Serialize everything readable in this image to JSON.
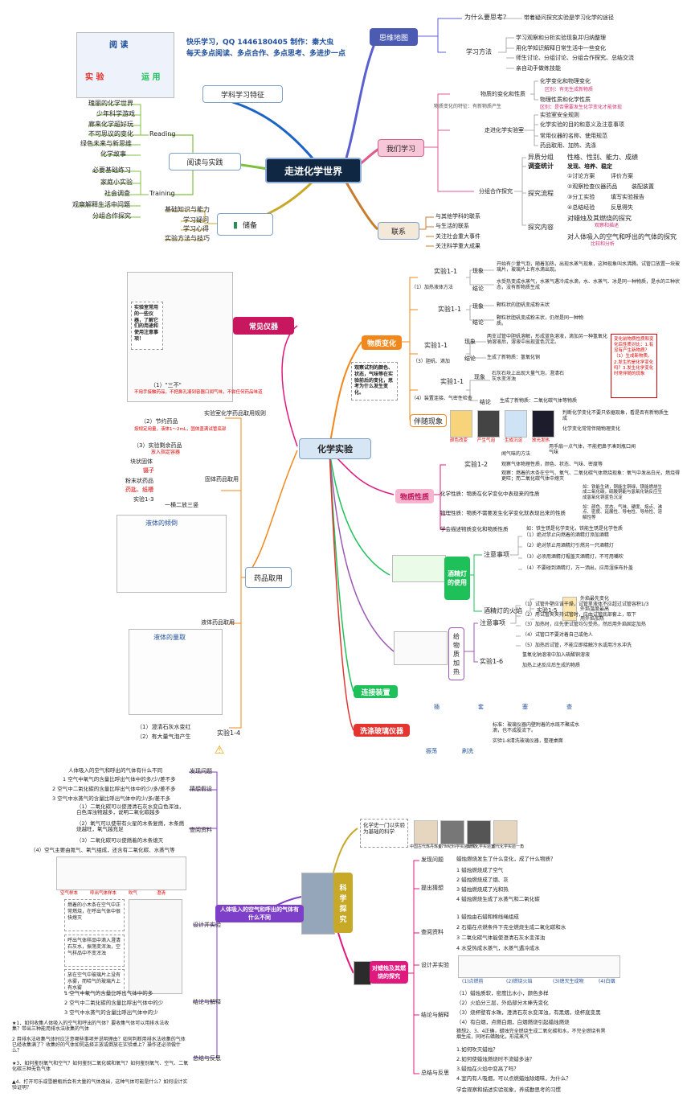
{
  "header": {
    "line1": "快乐学习，QQ 1446180405    制作：秦大虫",
    "line2": "每天多点阅读、多点合作、多点思考、多进步一点"
  },
  "top": {
    "center": "走进化学世界",
    "xueke": "学科学习特征",
    "yuedu": "阅读与实践",
    "chubei": "储备",
    "siwei": "思维地图",
    "women": "我们学习",
    "lianxi": "联系",
    "why_q": "为什么要思考？",
    "why_a": "带着疑问探究实验是学习化学的途径",
    "method": "学习方法",
    "method_items": [
      "学习观察和分析实验现象并归纳整理",
      "用化学知识解释日常生活中一些变化",
      "师生讨论、分组讨论、分组合作探究、总结交流",
      "亲自动手做练技能"
    ],
    "reading": "Reading",
    "training": "Training",
    "reading_items": [
      "瑰丽的化学世界",
      "少年科学游戏",
      "廊来化学超好玩",
      "不可思议的变化",
      "绿色未来与新思维",
      "化学故事"
    ],
    "training_items": [
      "必要基础练习",
      "家庭小实验",
      "社会调查",
      "观察解释生活中问题",
      "分组合作探究"
    ],
    "chubei_items": [
      "基础知识与能力",
      "学习疑问",
      "学习心得",
      "实验方法与技巧"
    ],
    "women_a": "物质的变化和性质",
    "women_a_items": [
      "化学变化和物理变化",
      "物理性质和化学性质"
    ],
    "women_a_red1": "区别：有无生成新物质",
    "women_a_red2": "区别：是否需要发生化学变化才能体现",
    "women_a_note": "物质变化的特征：有新物质产生",
    "women_b": "走进化学实验室",
    "women_b_items": [
      "实验室安全规则",
      "化学实验的目的和意义及注意事项",
      "常用仪器的名称、使用规范",
      "药品取用、加热、洗涤"
    ],
    "women_c": "分组合作探究",
    "women_c_label1": "异质分组",
    "women_c_label2": "调查统计",
    "women_c_label3": "探究流程",
    "women_c_label4": "探究内容",
    "women_c_attrs": "性格、性别、能力、成绩",
    "women_c_attrs2": "发现、培养、稳定",
    "women_c_flow": [
      "①讨论方案",
      "评价方案",
      "②观察检查仪器药品",
      "装配装置",
      "③分工实验",
      "填写实验报告",
      "④总结经验",
      "反思得失"
    ],
    "women_c_topic1": "对蜡烛及其燃烧的探究",
    "women_c_topic1r": "观察和描述",
    "women_c_topic2": "对人体吸入的空气和呼出的气体的探究",
    "women_c_topic2r": "比较和分析",
    "lianxi_items": [
      "与其他学科的联系",
      "与生活的联系",
      "关注社会重大事件",
      "关注科学重大成果"
    ]
  },
  "mid": {
    "center": "化学实验",
    "yiqi": "常见仪器",
    "yiqi_note": "实验室常用的一些仪器，了解它们的用途和使用注意事项！",
    "yaopin": "药品取用",
    "rule_title": "实验室化学药品取用规则",
    "rule_items": [
      "（1）\"三不\"",
      "（2）节约药品",
      "（3）实验剩余药品"
    ],
    "rule_red1": "不用手接触药品，不把鼻孔凑到容器口闻气味，不尝任何药品味道",
    "rule_red2": "按规定用量，液体1～2mL，固体盖满试管底部",
    "rule_red3": "放入指定容器",
    "solid": "固体药品取用",
    "solid_items": [
      "块状固体",
      "镊子",
      "粉末状药品",
      "药匙、纸槽",
      "实验1-3"
    ],
    "solid_tip": "一横二放三竖",
    "liquid": "液体药品取用",
    "liquid_title1": "液体的倾倒",
    "liquid_title2": "液体的量取",
    "shiyan14": "实验1-4",
    "shiyan14_items": [
      "（1）澄清石灰水变红",
      "（2）有大量气泡产生"
    ],
    "wuzhi": "物质变化",
    "wuzhi_note": "观察试剂的颜色、状态，气味等在实验前后的变化，思考为什么发生变化。",
    "bh_rows": [
      {
        "exp": "实验1-1",
        "phen": "现象",
        "txt": "开始有少量气泡，随着加热，出现水蒸气现象，这种现象叫水沸腾。试管口放置一块玻璃片，玻璃片上有水滴出现。"
      },
      {
        "exp": "",
        "phen": "结论",
        "txt": "水受热变成水蒸气，水蒸气遇冷成水滴，水、水蒸气、冰是同一种物质，是水的三种状态，没有新物质生成"
      },
      {
        "exp": "实验1-1",
        "phen": "现象",
        "txt": "颗粒状的胆矾变成粉末状"
      },
      {
        "exp": "",
        "phen": "结论",
        "txt": "颗粒状胆矾变成粉末状，仍然是同一种物质。"
      },
      {
        "exp": "实验1-1",
        "phen": "现象",
        "txt": "两支试管中胆矾溶解，形成蓝色溶液，滴加另一种氢氧化钠溶液后，溶液中出现蓝色沉淀。"
      },
      {
        "exp": "",
        "phen": "结论",
        "txt": "生成了新物质：氢氧化铜"
      },
      {
        "exp": "实验1-1",
        "phen": "现象",
        "txt": "石灰石块上出现大量气泡，澄清石灰水变浑浊"
      },
      {
        "exp": "",
        "phen": "结论",
        "txt": "生成了新物质：二氧化碳气体等物质"
      }
    ],
    "bh_sub": [
      "（1）加热液体方法",
      "（3）胆矾、滴加",
      "（4）装置连接、气密性检查"
    ],
    "bh_red": "变化前物质性质和变化后性质对比：1.有没有产生新物质？（1）生成新物质。2.发生的是化学变化吗？3.发生化学变化时常伴随的现象",
    "banshui": "伴随现象",
    "banshui_items": [
      "颜色改变",
      "产生气泡",
      "生成沉淀",
      "放光发热"
    ],
    "banshui_r": [
      "判断化学变化不要只依据现象，看是否有新物质生成",
      "化学变化常常伴随物理变化"
    ],
    "xingzhi": "物质性质",
    "xz_12": "实验1-2",
    "xz_12_items": [
      "闻气味的方法",
      "用手扇一点气体，不能把鼻子凑到瓶口闻气味",
      "观察气体物理性质，颜色、状态、气味、密度等",
      "观察：燃着的木条在空气、氧气、二氧化碳气体燃烧现象：氧气中发出白光，燃烧得更旺；而二氧化碳气体中熄灭"
    ],
    "xz_chem": "化学性质：物质在化学变化中表现来的性质",
    "xz_chem_r": "如：铁能生锈，铜能生铜绿，镁能燃烧生成二氧化碳，硫酸铜能与氢氧化钠反应生成氢氧化铜蓝色沉淀",
    "xz_phys": "物理性质：物质不需要发生化学变化就表现出来的性质",
    "xz_phys_r": "如：颜色、状态、气味、硬度、熔点、沸点、密度、延展性、导电性、导热性、溶解性等",
    "xz_desc": "学会描述物质变化和物质性质",
    "xz_desc_r": "如：铁生锈是化学变化，铁能生锈是化学性质",
    "deng": "酒精灯的使用",
    "deng_note": "注意事项",
    "deng_items": [
      "（1）绝对禁止向燃着的酒精灯添加酒精",
      "（2）绝对禁止用酒精灯引燃另一只酒精灯",
      "（3）必须用酒精灯帽盖灭酒精灯，不可用嘴吹",
      "（4）不要碰到酒精灯，万一洒出，应用湿抹布扑盖"
    ],
    "deng_fire": "酒精灯的火焰",
    "deng_15": "实验1-5",
    "deng_15_items": [
      "外焰最先变化",
      "外焰温度最高",
      "用外焰加热"
    ],
    "jiare": "给物质加热",
    "jr_note": "注意事项",
    "jr_items": [
      "（1）试管外壁应该干燥，试管里液体不应超过试管容积1/3",
      "（2）用试管夹夹持试管时，应由试管底部套上，取下",
      "（3）加热时，应先使试管均匀受热，然后用外焰固定加热",
      "（4）试管口不要对着自己或他人",
      "（5）加热后试管，不能立即接触冷水或用冷水冲洗"
    ],
    "jr_16": "实验1-6",
    "jr_16_items": [
      "氢氧化钠溶液中加入硫酸铜溶液",
      "加热上述反应后生成的物质"
    ],
    "lianjie": "连接装置",
    "lianjie_items": [
      "插",
      "套",
      "塞",
      "查"
    ],
    "xidi": "洗涤玻璃仪器",
    "xidi_items": [
      "振荡",
      "刷洗"
    ],
    "xidi_r": [
      "标准：玻璃仪器内壁附着的水既不聚成水滴，也不成股流下。",
      "实验1-8清洗玻璃仪器，整理桌面"
    ]
  },
  "bottom": {
    "kexue": "科学探究",
    "kexue_note": "化学史一门以实验为基础的科学",
    "kexue_pics": [
      "中国古代炼丹炼金",
      "17世纪科学实验研究",
      "现代化学实验室",
      "现代化学实验一角"
    ],
    "renti": "人体吸入的空气和呼出的气体有什么不同",
    "renti_left": [
      {
        "k": "发现问题",
        "v": "人体吸入的空气和呼出的气体有什么不同"
      },
      {
        "k": "猜想假设",
        "v": "1 空气中氧气的含量比呼出气体中的多/少/差不多"
      },
      {
        "k": "",
        "v": "2 空气中二氧化碳的含量比呼出气体中的少/多/差不多"
      },
      {
        "k": "",
        "v": "3 空气中水蒸气的含量比呼出气体中的少/多/差不多"
      },
      {
        "k": "查阅资料",
        "v": "（1）二氧化碳可以使澄清石灰水变白色浑浊，白色浑浊物越多，说明二氧化碳越多"
      },
      {
        "k": "",
        "v": "（2）氧气可以使带有火星的木条复燃，木条燃烧越旺，氧气越充足"
      },
      {
        "k": "",
        "v": "（3）二氧化碳可以使燃着的木条熄灭"
      },
      {
        "k": "",
        "v": "（4）空气主要由氮气、氧气组成，还含有二氧化碳、水蒸气等"
      }
    ],
    "renti_design": "设计并实验",
    "renti_design_notes": [
      "燃着的小木条在空气中正常燃烧，在呼出气体中很快熄灭",
      "呼出气体样品中滴入澄清石灰水，振荡变浑浊，空气样品中不变浑浊",
      "放在空气中玻璃片上没有水雾，而哈气的玻璃片上有水雾"
    ],
    "renti_pics": [
      "空气样本",
      "呼出气体样本",
      "吹气",
      "澄清"
    ],
    "renti_concl": "结论与解释",
    "renti_concl_items": [
      "1 空气中氧气的含量比呼出气体中的多",
      "2 空气中二氧化碳的含量比呼出气体中的少",
      "3 空气中水蒸气的含量比呼出气体中的少"
    ],
    "renti_sum": "总结与反思",
    "renti_sum_items": [
      "★1．如何收集人体吸入的空气和呼出的气体？要收集气体可以用排水法收集？带出三种能用排水法收集的气体",
      "2 用排水法收集气体时应注意哪些事项并说明理由？如何判断用排水法收集的气体已经收集满了？收集好的气体如何选择正放或倒放在实验桌上？操作还必须做什么？",
      "★3．如何鉴别氧气和空气？如何鉴别二氧化碳和氧气？如何鉴别氧气、空气、二氧化碳三种无色气体",
      "▲4．打开可乐或雪碧瓶后会有大量的气体逸出，这种气体可能是什么？如何设计实验证明？"
    ],
    "lazhu": "对蜡烛及其燃烧的探究",
    "lz_rows": [
      {
        "k": "发现问题",
        "v": "蜡烛燃烧发生了什么变化，成了什么物质？"
      },
      {
        "k": "提出猜想",
        "v": "1 蜡烛燃烧成了空气"
      },
      {
        "k": "",
        "v": "2 蜡烛燃烧成了烟、灰"
      },
      {
        "k": "",
        "v": "3 蜡烛燃烧成了光和热"
      },
      {
        "k": "",
        "v": "4 蜡烛燃烧生成了水蒸气和二氧化碳"
      },
      {
        "k": "查阅资料",
        "v": "1 蜡烛由石蜡和棉线绳组成"
      },
      {
        "k": "",
        "v": "2 石蜡在点燃条件下完全燃烧生成二氧化碳和水"
      },
      {
        "k": "",
        "v": "3 二氧化碳气体能使澄清石灰水变浑浊"
      },
      {
        "k": "",
        "v": "4 水受热成水蒸气，水蒸气遇冷成水"
      }
    ],
    "lz_design": "设计并实验",
    "lz_pics": [
      "(1)点燃前",
      "(2)燃烧火焰",
      "(3)熄灭生成物",
      "(4)白烟"
    ],
    "lz_concl": "结论与解释",
    "lz_concl_items": [
      "（1）蜡烛质软，密度比水小，颜色多样",
      "（2）火焰分三层，外焰部分木棒先变化",
      "（3）烧杯壁有水珠，澄清石灰水变浑浊，有黑烟，烧杯底变黑",
      "（4）有白烟，点燃白烟，白烟燃烧引起蜡烛燃烧"
    ],
    "lz_concl_note": "猜想2、3、4正确，蜡烛完全燃烧生成二氧化碳和水，不完全燃烧有黑烟生成，同时石蜡融化，形成蒸汽",
    "lz_sum": "总结与反思",
    "lz_sum_items": [
      "1.如何吹灭蜡烛？",
      "2.如何使蜡烛燃烧时不流蜡多油？",
      "3.蜡烛在火焰中变高了吗？",
      "4.室内有人吸烟，可以点燃蜡烛除烟味，为什么？",
      "学会观察和描述实验现象，养成勤思考的习惯"
    ]
  }
}
